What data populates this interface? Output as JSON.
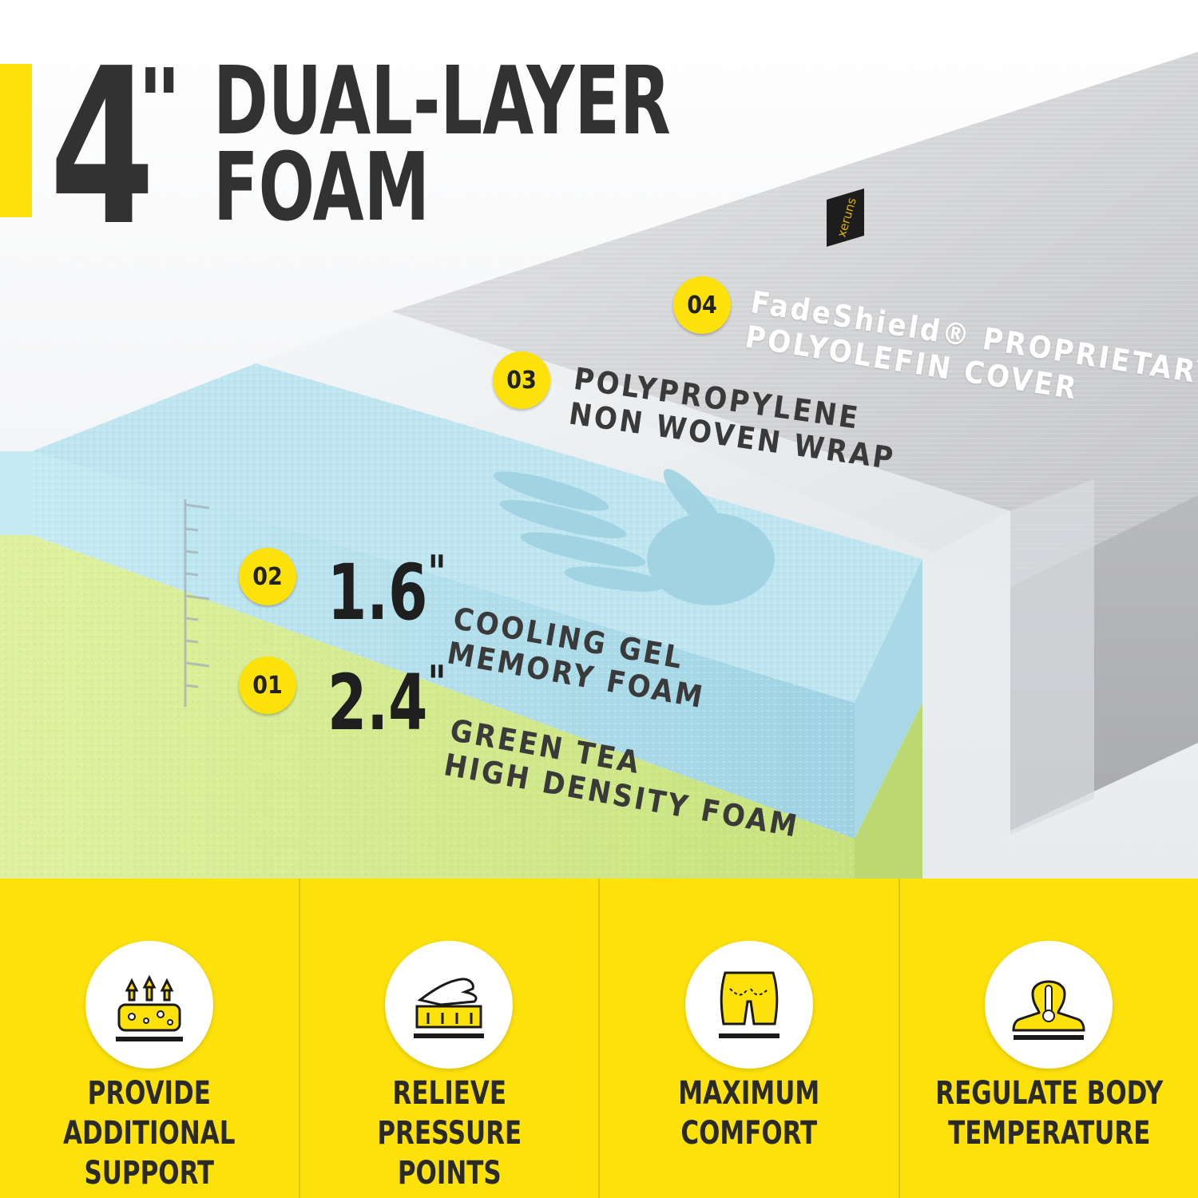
{
  "headline": {
    "number": "4",
    "inch_mark": "\"",
    "line1": "DUAL-LAYER",
    "line2": "FOAM"
  },
  "layers": [
    {
      "badge": "04",
      "line1": "FadeShield® PROPRIETARY",
      "line2": "POLYOLEFIN COVER"
    },
    {
      "badge": "03",
      "line1": "POLYPROPYLENE",
      "line2": "NON WOVEN WRAP"
    },
    {
      "badge": "02",
      "measure": "1.6",
      "inch_mark": "\"",
      "line1": "COOLING GEL",
      "line2": "MEMORY FOAM"
    },
    {
      "badge": "01",
      "measure": "2.4",
      "inch_mark": "\"",
      "line1": "GREEN TEA",
      "line2": "HIGH DENSITY FOAM"
    }
  ],
  "brand_tag": "xeruns",
  "features": [
    {
      "icon": "support-icon",
      "line1": "PROVIDE ADDITIONAL",
      "line2": "SUPPORT"
    },
    {
      "icon": "pressure-relief-icon",
      "line1": "RELIEVE PRESSURE",
      "line2": "POINTS"
    },
    {
      "icon": "comfort-icon",
      "line1": "MAXIMUM",
      "line2": "COMFORT"
    },
    {
      "icon": "temperature-icon",
      "line1": "REGULATE BODY",
      "line2": "TEMPERATURE"
    }
  ],
  "colors": {
    "accent_yellow": "#fde10a",
    "text_dark": "#323232",
    "gel_blue": "#a8dbe8",
    "tea_green": "#cfe98a",
    "cover_gray": "#c7c8ca"
  }
}
